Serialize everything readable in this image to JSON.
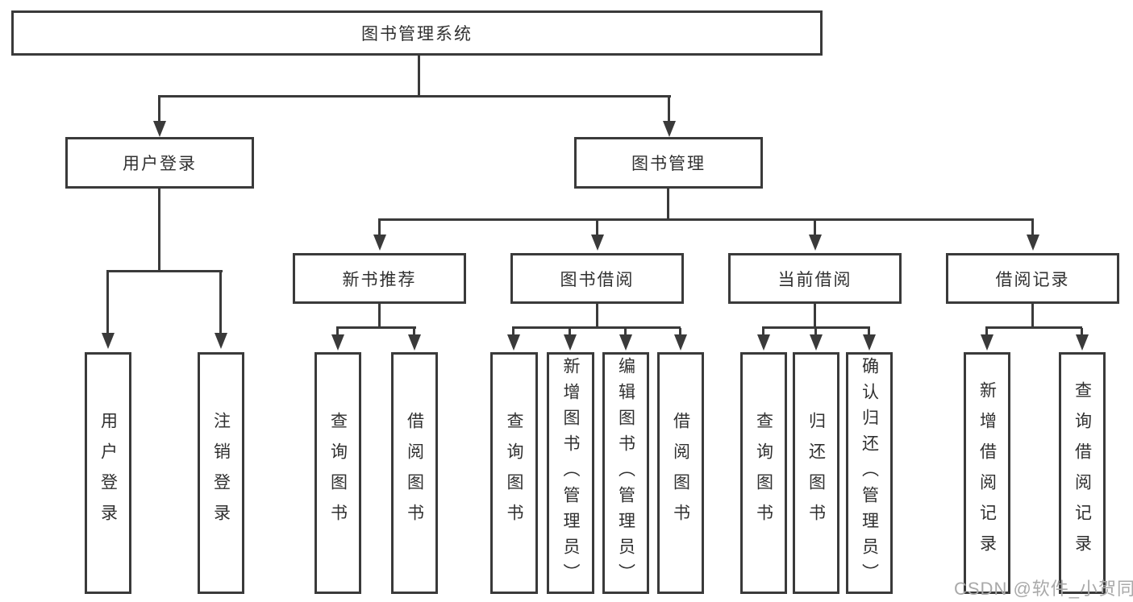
{
  "root": {
    "label": "图书管理系统"
  },
  "level2": {
    "user_login": "用户登录",
    "book_mgmt": "图书管理"
  },
  "level3": {
    "new_books": "新书推荐",
    "book_borrow": "图书借阅",
    "current_borrow": "当前借阅",
    "borrow_records": "借阅记录"
  },
  "leaves": {
    "user_login": [
      "用户登录",
      "注销登录"
    ],
    "new_books": [
      "查询图书",
      "借阅图书"
    ],
    "book_borrow": [
      "查询图书",
      "新增图书（管理员）",
      "编辑图书（管理员）",
      "借阅图书"
    ],
    "current_borrow": [
      "查询图书",
      "归还图书",
      "确认归还（管理员）"
    ],
    "borrow_records": [
      "新增借阅记录",
      "查询借阅记录"
    ]
  },
  "watermark": "CSDN @软件_小贺同学",
  "colors": {
    "line": "#3a3a3a",
    "text": "#303030",
    "watermark": "#a9a9a9",
    "background": "#ffffff"
  }
}
